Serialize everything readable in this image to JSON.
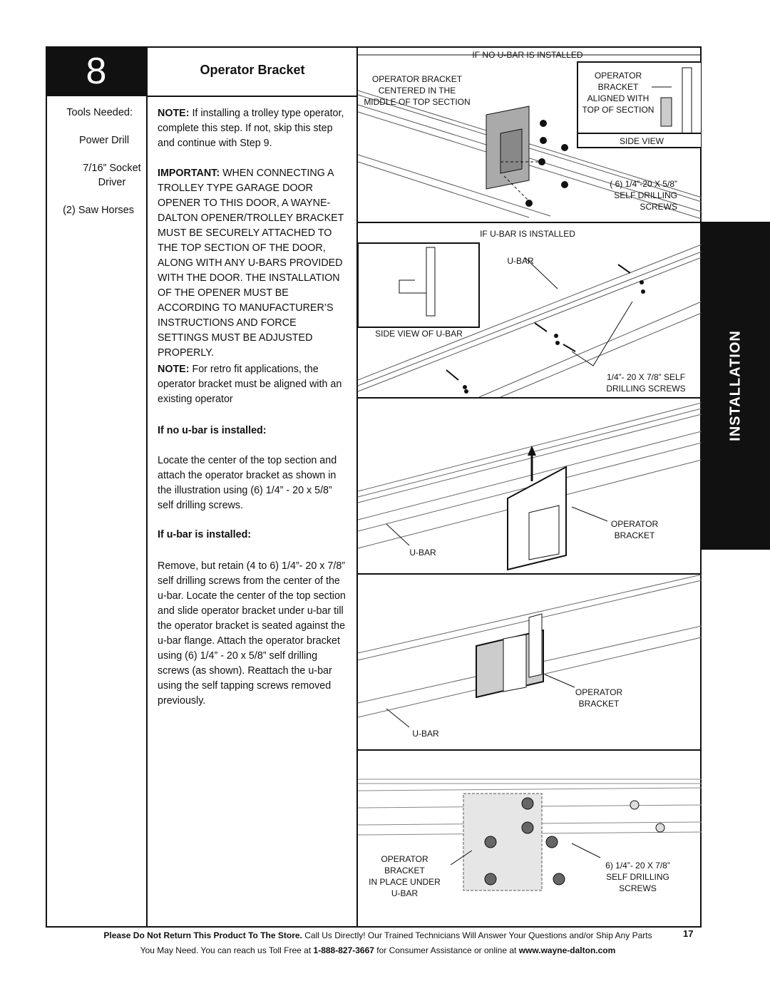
{
  "step": {
    "number": "8",
    "title": "Operator Bracket"
  },
  "tools": {
    "heading": "Tools Needed:",
    "items": [
      "Power Drill",
      "7/16” Socket Driver",
      "(2) Saw Horses"
    ]
  },
  "instructions": {
    "note1_label": "NOTE:",
    "note1_text": " If installing a trolley type operator, complete this step. If not, skip this step and continue with Step 9.",
    "important_label": "IMPORTANT:",
    "important_text": " WHEN CONNECTING A TROLLEY TYPE GARAGE DOOR OPENER TO THIS DOOR, A WAYNE-DALTON OPENER/TROLLEY BRACKET MUST BE SECURELY ATTACHED TO THE TOP SECTION OF THE DOOR, ALONG WITH ANY U-BARS PROVIDED WITH THE DOOR. THE INSTALLATION OF THE OPENER MUST BE ACCORDING TO MANUFACTURER’S INSTRUCTIONS AND FORCE SETTINGS MUST BE ADJUSTED PROPERLY.",
    "note2_label": "NOTE:",
    "note2_text": " For retro fit applications, the operator bracket must be aligned with an existing operator",
    "no_ubar_heading": "If no u-bar is installed:",
    "no_ubar_text": "Locate the center of the top section and attach the operator bracket as shown in the illustration using (6) 1/4” - 20 x 5/8” self drilling screws.",
    "ubar_heading": "If u-bar is installed:",
    "ubar_text": "Remove, but retain (4 to 6) 1/4”- 20 x 7/8” self drilling screws from the center of the u-bar. Locate the center of the top section and slide operator bracket under u-bar till the operator bracket is seated against the u-bar flange. Attach the operator bracket using (6) 1/4” - 20 x 5/8” self drilling screws (as shown). Reattach the u-bar using the self tapping screws removed previously."
  },
  "figures": {
    "no_ubar_header": "IF NO U-BAR IS INSTALLED",
    "bracket_centered": "OPERATOR BRACKET\nCENTERED IN THE\nMIDDLE OF TOP SECTION",
    "bracket_aligned": "OPERATOR\nBRACKET\nALIGNED WITH\nTOP OF SECTION",
    "side_view": "SIDE VIEW",
    "screws_58": "( 6) 1/4”-20 X 5/8”\nSELF DRILLING\nSCREWS",
    "ubar_header": "IF U-BAR IS INSTALLED",
    "ubar_label": "U-BAR",
    "side_view_ubar": "SIDE VIEW OF U-BAR",
    "screws_78": "1/4”- 20 X 7/8” SELF\nDRILLING SCREWS",
    "operator_bracket": "OPERATOR\nBRACKET",
    "ubar_label2": "U-BAR",
    "operator_bracket2": "OPERATOR\nBRACKET",
    "ubar_label3": "U-BAR",
    "in_place": "OPERATOR BRACKET\nIN PLACE UNDER\nU-BAR",
    "screws_78b": "6) 1/4”- 20 X 7/8”\nSELF DRILLING\nSCREWS"
  },
  "side_tab": "INSTALLATION",
  "footer": {
    "line1_bold": "Please Do Not Return This Product To The Store.",
    "line1_rest": " Call Us Directly! Our Trained Technicians Will Answer Your Questions and/or Ship Any Parts",
    "line2_a": "You May Need. You can reach us Toll Free at ",
    "phone": "1-888-827-3667",
    "line2_b": " for Consumer Assistance or online at ",
    "website": "www.wayne-dalton.com",
    "page_number": "17"
  }
}
